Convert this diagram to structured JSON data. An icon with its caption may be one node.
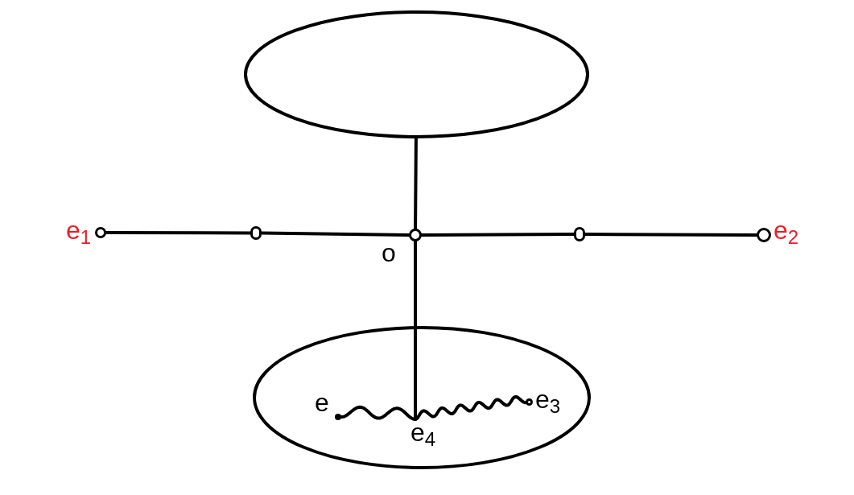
{
  "diagram": {
    "nodes": [
      {
        "text": [],
        "shape": "ellipse"
      },
      {
        "text": [],
        "shape": "circle",
        "beside": [
          "e$_{1}$"
        ]
      },
      {
        "text": [],
        "shape": "circle"
      },
      {
        "text": [],
        "shape": "circle",
        "beside": [
          "o"
        ]
      },
      {
        "text": [],
        "shape": "circle"
      },
      {
        "text": [],
        "shape": "circle",
        "beside": [
          "e$_{2}$"
        ]
      },
      {
        "text": [],
        "shape": "ellipse"
      },
      {
        "text": [],
        "shape": "dot",
        "in": 6,
        "beside": [
          "e"
        ]
      },
      {
        "text": [
          "e$_{4}$"
        ],
        "in": 6
      },
      {
        "text": [],
        "shape": "circle",
        "in": 6,
        "beside": [
          "e$_{3}$"
        ]
      }
    ],
    "edges": [
      {
        "from": 1,
        "to": 2,
        "arrow": "none"
      },
      {
        "from": 2,
        "to": 3,
        "arrow": "none"
      },
      {
        "from": 3,
        "to": 4,
        "arrow": "none"
      },
      {
        "from": 4,
        "to": 5,
        "arrow": "none"
      },
      {
        "from": 0,
        "to": 3,
        "arrow": "none"
      },
      {
        "from": 3,
        "to": 8,
        "arrow": "none"
      },
      {
        "from": 7,
        "to": 8,
        "arrow": "none"
      },
      {
        "from": 8,
        "to": 9,
        "arrow": "none"
      }
    ]
  }
}
